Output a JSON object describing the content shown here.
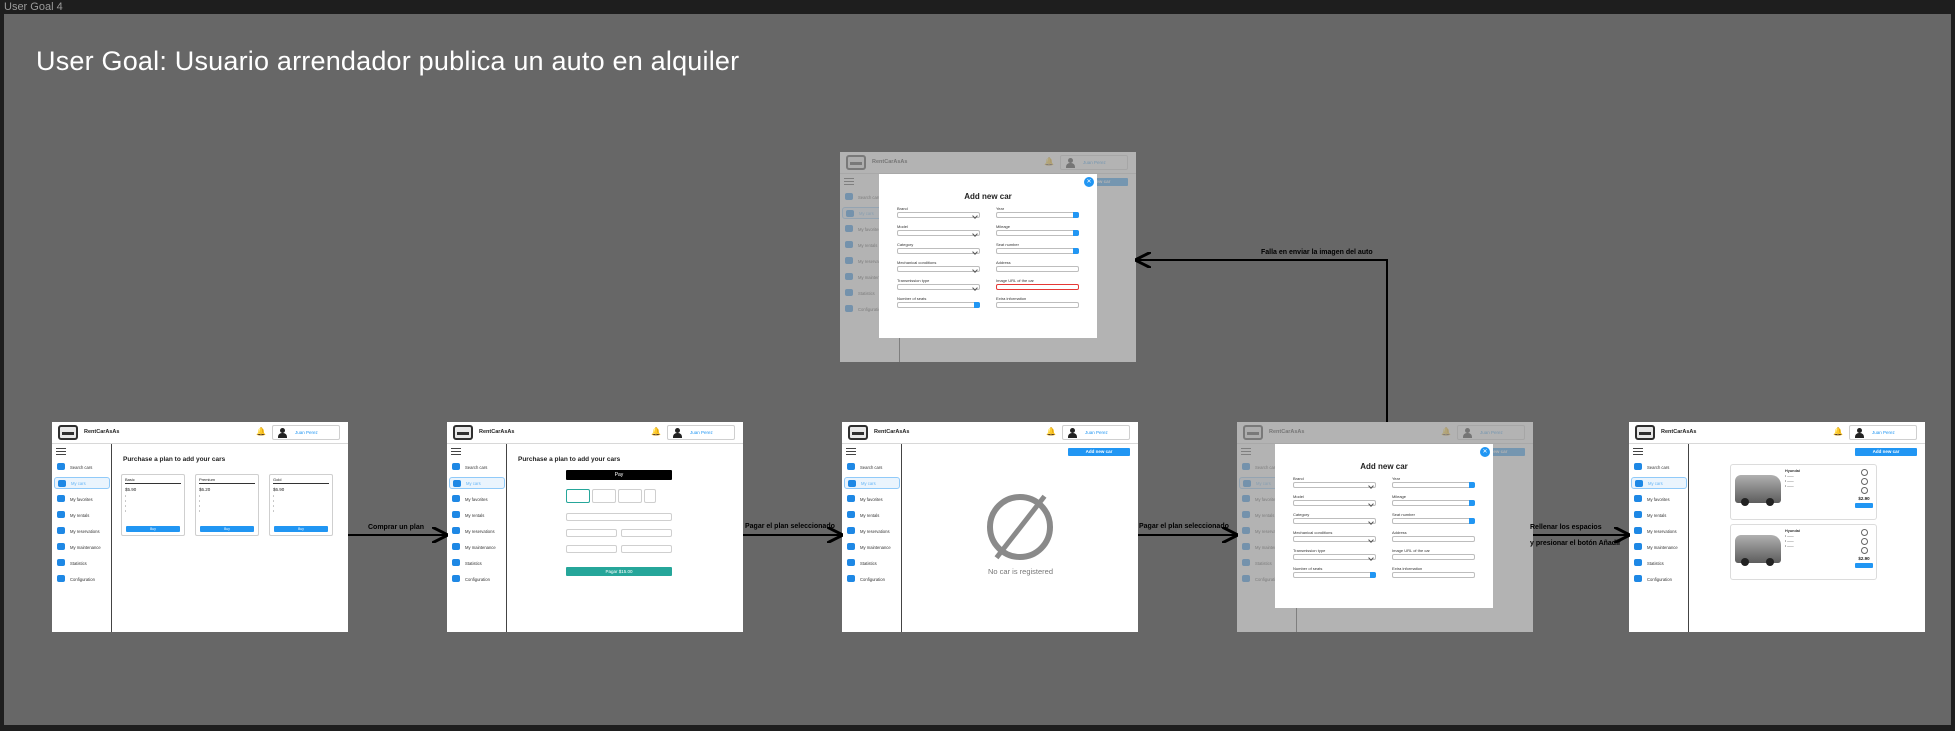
{
  "page": {
    "tab_label": "User Goal 4",
    "goal_title": "User Goal: Usuario arrendador publica un auto en alquiler"
  },
  "app": {
    "brand": "RentCarAsAs",
    "user_name": "Juan Perez",
    "bell_icon": "bell-icon"
  },
  "menu": [
    {
      "label": "Search cars",
      "icon": "search-icon"
    },
    {
      "label": "My cars",
      "icon": "car-icon",
      "active": true
    },
    {
      "label": "My favorites",
      "icon": "heart-icon"
    },
    {
      "label": "My rentals",
      "icon": "person-icon"
    },
    {
      "label": "My reservations",
      "icon": "calendar-icon"
    },
    {
      "label": "My maintenance",
      "icon": "wrench-icon"
    },
    {
      "label": "Statistics",
      "icon": "chart-icon"
    },
    {
      "label": "Configuration",
      "icon": "gear-icon"
    }
  ],
  "screen_plans": {
    "heading": "Purchase a plan to add your cars",
    "plans": [
      {
        "name": "Basic",
        "price": "$5.90",
        "button": "Buy"
      },
      {
        "name": "Premium",
        "price": "$6.20",
        "button": "Buy"
      },
      {
        "name": "Gold",
        "price": "$6.90",
        "button": "Buy"
      }
    ]
  },
  "screen_payment": {
    "heading": "Purchase a plan to add your cars",
    "applepay_label": " Pay",
    "pay_button": "Pagar $15.00"
  },
  "screen_empty": {
    "add_button": "Add new car",
    "empty_text": "No car is registered"
  },
  "modal": {
    "title": "Add new car",
    "close_icon": "close-icon",
    "fields": [
      {
        "label": "Brand",
        "kind": "select"
      },
      {
        "label": "Year",
        "kind": "stepper"
      },
      {
        "label": "Model",
        "kind": "select"
      },
      {
        "label": "Mileage",
        "kind": "stepper"
      },
      {
        "label": "Category",
        "kind": "select"
      },
      {
        "label": "Seat number",
        "kind": "stepper"
      },
      {
        "label": "Mechanical conditions",
        "kind": "select"
      },
      {
        "label": "Address",
        "kind": "text"
      },
      {
        "label": "Transmission type",
        "kind": "select"
      },
      {
        "label": "Image URL of the car",
        "kind": "text",
        "error_top": true
      },
      {
        "label": "Number of seats",
        "kind": "stepper"
      },
      {
        "label": "Extra information",
        "kind": "text"
      }
    ]
  },
  "screen_list": {
    "add_button": "Add new car",
    "cars": [
      {
        "name": "Hyundai",
        "price": "$2.90"
      },
      {
        "name": "Hyundai",
        "price": "$2.90"
      }
    ]
  },
  "transitions": {
    "t1": "Comprar un plan",
    "t2": "Pagar el plan seleccionado",
    "t3": "Pagar el plan seleccionado",
    "t4_line1": "Rellenar los espacios",
    "t4_line2": "y presionar el botón Añadir",
    "t5": "Falla en enviar la imagen del auto"
  }
}
